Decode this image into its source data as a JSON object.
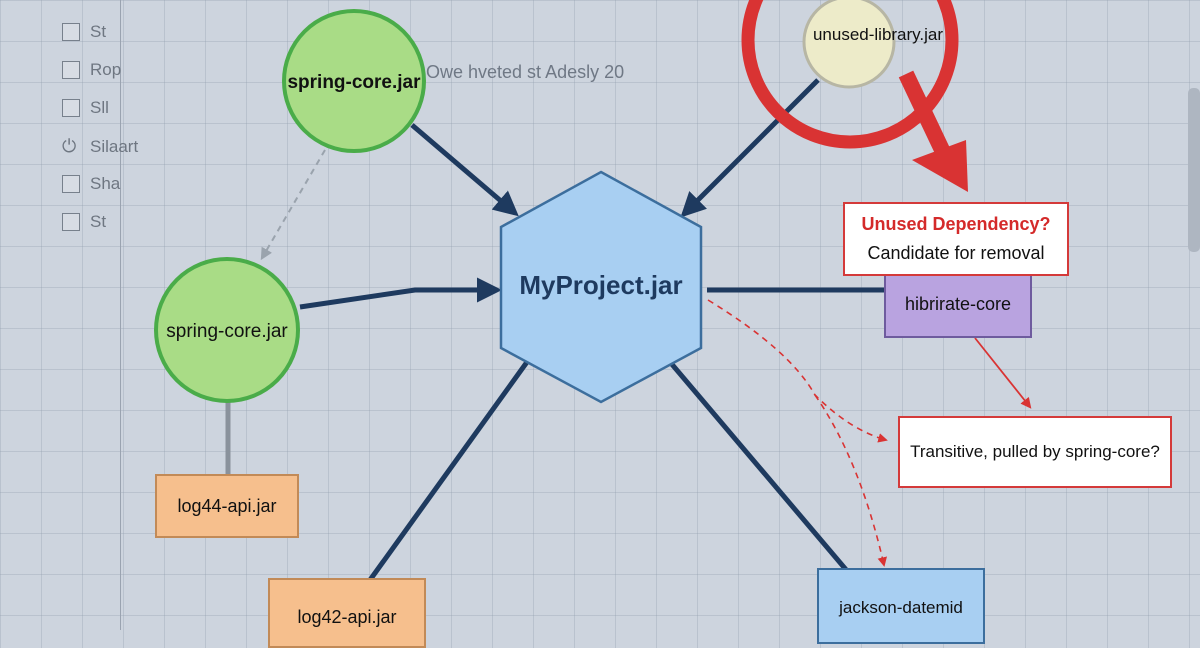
{
  "sidebar": {
    "items": [
      {
        "label": "St",
        "icon": "checkbox-icon"
      },
      {
        "label": "Rop",
        "icon": "checkbox-icon"
      },
      {
        "label": "Sll",
        "icon": "checkbox-icon"
      },
      {
        "label": "Silaart",
        "icon": "power-icon"
      },
      {
        "label": "Sha",
        "icon": "checkbox-icon"
      },
      {
        "label": "St",
        "icon": "checkbox-icon"
      }
    ]
  },
  "caption": "Owe hveted st Adesly 20",
  "nodes": {
    "spring_core_top": "spring-core.jar",
    "spring_core_left": "spring-core.jar",
    "myproject": "MyProject.jar",
    "unused_library": "unused-library.jar",
    "hibernate": "hibrirate-core",
    "log44": "log44-api.jar",
    "log42": "log42-api.jar",
    "jackson": "jackson-datemid"
  },
  "callouts": {
    "unused_title": "Unused Dependency?",
    "unused_sub": "Candidate for removal",
    "transitive": "Transitive, pulled by spring-core?"
  },
  "colors": {
    "green_fill": "#a9dc86",
    "green_stroke": "#4aac49",
    "hex_fill": "#a8cff2",
    "hex_stroke": "#3c6e9d",
    "edge": "#1e3a5f",
    "red": "#d93333",
    "orange_fill": "#f6bf8d",
    "purple_fill": "#b9a3e0",
    "blue_box": "#a8cff2",
    "unused_fill": "#edebc9"
  }
}
